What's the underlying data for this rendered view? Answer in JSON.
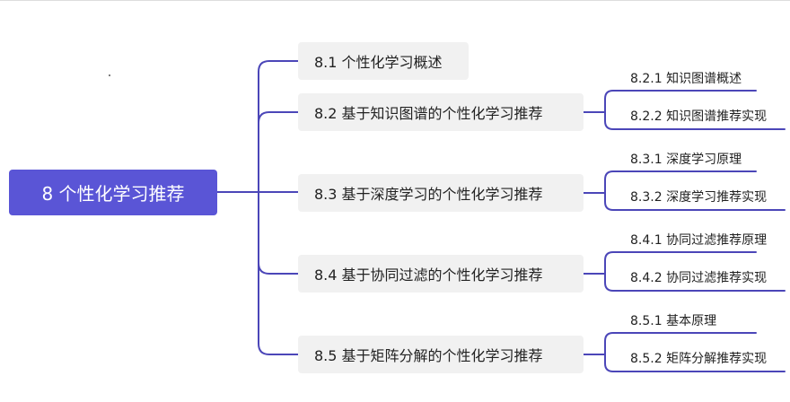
{
  "mindmap": {
    "root": "8 个性化学习推荐",
    "branches": [
      {
        "label": "8.1 个性化学习概述",
        "children": []
      },
      {
        "label": "8.2 基于知识图谱的个性化学习推荐",
        "children": [
          "8.2.1 知识图谱概述",
          "8.2.2 知识图谱推荐实现"
        ]
      },
      {
        "label": "8.3 基于深度学习的个性化学习推荐",
        "children": [
          "8.3.1 深度学习原理",
          "8.3.2 深度学习推荐实现"
        ]
      },
      {
        "label": "8.4 基于协同过滤的个性化学习推荐",
        "children": [
          "8.4.1 协同过滤推荐原理",
          "8.4.2 协同过滤推荐实现"
        ]
      },
      {
        "label": "8.5 基于矩阵分解的个性化学习推荐",
        "children": [
          "8.5.1 基本原理",
          "8.5.2 矩阵分解推荐实现"
        ]
      }
    ],
    "colors": {
      "root_fill": "#5a55d6",
      "connector": "#4b46b8",
      "branch_fill": "#f1f1f1",
      "text": "#222222",
      "root_text": "#ffffff"
    }
  }
}
